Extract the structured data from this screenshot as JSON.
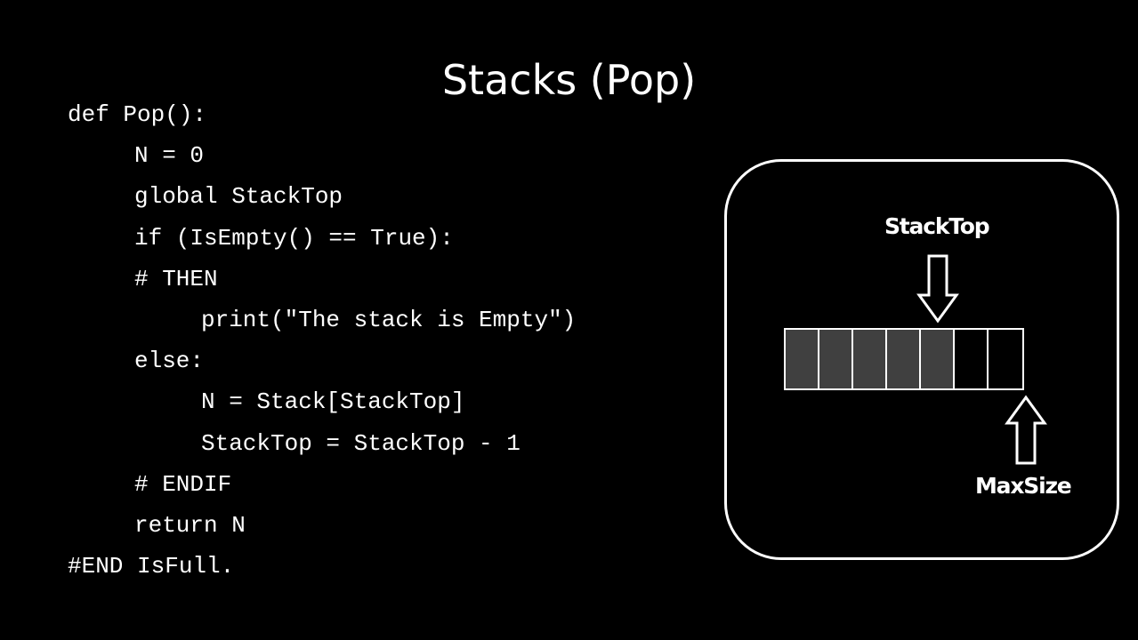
{
  "slide": {
    "title": "Stacks (Pop)"
  },
  "code": {
    "lines": [
      {
        "text": "def Pop():",
        "indent": 0
      },
      {
        "text": "N = 0",
        "indent": 1
      },
      {
        "text": "global StackTop",
        "indent": 1
      },
      {
        "text": "if (IsEmpty() == True):",
        "indent": 1
      },
      {
        "text": "# THEN",
        "indent": 1
      },
      {
        "text": "print(\"The stack is Empty\")",
        "indent": 2
      },
      {
        "text": "else:",
        "indent": 1
      },
      {
        "text": "N = Stack[StackTop]",
        "indent": 2
      },
      {
        "text": "StackTop = StackTop - 1",
        "indent": 2
      },
      {
        "text": "# ENDIF",
        "indent": 1
      },
      {
        "text": "return N",
        "indent": 1
      },
      {
        "text": "#END IsFull.",
        "indent": 0
      }
    ]
  },
  "diagram": {
    "stacktop_label": "StackTop",
    "maxsize_label": "MaxSize",
    "total_cells": 7,
    "filled_cells": 5,
    "filled_color": "#404040",
    "empty_color": "#000000",
    "stacktop_arrow_icon": "down-arrow-icon",
    "maxsize_arrow_icon": "up-arrow-icon"
  }
}
